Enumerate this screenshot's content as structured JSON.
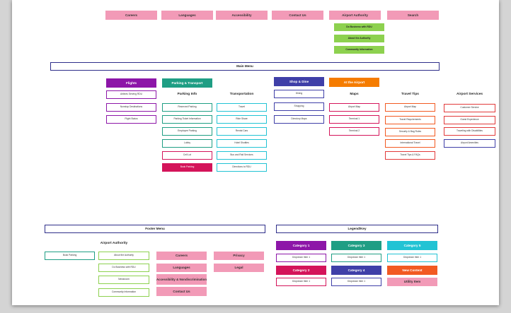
{
  "top_nav": {
    "careers": "Careers",
    "languages": "Languages",
    "accessibility": "Accessibility",
    "contact_us": "Contact Us",
    "airport_authority": "Airport Authority",
    "search": "Search"
  },
  "airport_authority_sub": [
    "Do Business with RDU",
    "About the Authority",
    "Community Information"
  ],
  "main_menu_label": "Main Menu",
  "flights": {
    "header": "Flights",
    "items": [
      "Airlines Serving RDU",
      "Nonstop Destinations",
      "Flight Status"
    ]
  },
  "parking_transport": {
    "header": "Parking & Transport",
    "parking_info": {
      "title": "Parking Info",
      "items": [
        "Reserved Parking",
        "Parking Ticket Information",
        "Employee Parking",
        "Lobby",
        "Cell Lot",
        "Book Parking"
      ]
    },
    "transportation": {
      "title": "Transportation",
      "items": [
        "Travel",
        "Ride Share",
        "Rental Cars",
        "Hotel Shuttles",
        "Bus and Rail Services",
        "Directions to RDU"
      ]
    }
  },
  "shop_dine": {
    "header": "Shop & Dine",
    "items": [
      "Dining",
      "Shopping",
      "Directory Maps"
    ]
  },
  "at_the_airport": {
    "header": "At the Airport",
    "maps": {
      "title": "Maps",
      "items": [
        "Airport Map",
        "Terminal 1",
        "Terminal 2"
      ]
    },
    "travel_tips": {
      "title": "Travel Tips",
      "items": [
        "Airport Map",
        "Travel Requirements",
        "Security & Bag Rules",
        "International Travel",
        "Travel Tips & FAQs"
      ]
    }
  },
  "airport_services": {
    "title": "Airport Services",
    "items": [
      "Customer Service",
      "Guest Experience",
      "Traveling with Disabilities",
      "Airport Amenities"
    ]
  },
  "footer_menu": {
    "label": "Footer Menu",
    "airport_authority_title": "Airport Authority",
    "book_parking": "Book Parking",
    "authority_items": [
      "About the Authority",
      "Do Business with RDU",
      "Newsroom",
      "Community Information"
    ],
    "pink_col1": [
      "Careers",
      "Languages",
      "Accessibility & Nondiscrimination",
      "Contact Us"
    ],
    "pink_col2": [
      "Privacy",
      "Legal"
    ]
  },
  "legend": {
    "label": "Legend/Key",
    "category1": "Category 1",
    "category2": "Category 2",
    "category3": "Category 3",
    "category4": "Category 4",
    "category5": "Category 5",
    "new_content": "New Content",
    "utility_item": "Utility Item",
    "dropdown_item": "Dropdown Item 1"
  },
  "colors": {
    "purple": "#8d16a8",
    "teal": "#1f9e84",
    "cyan": "#22c3d4",
    "blue": "#3f3fa8",
    "crimson": "#d4145a",
    "orange": "#f25a22",
    "pink": "#f29ab7",
    "green": "#8dd14f"
  }
}
